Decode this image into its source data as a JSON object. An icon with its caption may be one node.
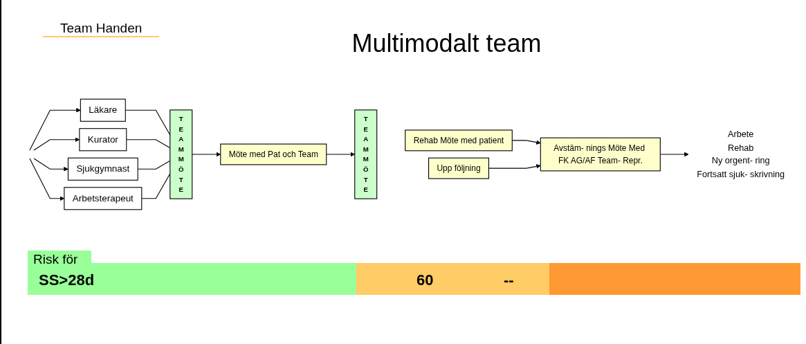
{
  "diagram": {
    "title": "Multimodalt team",
    "nodes": [
      {
        "text": [
          "Läkare"
        ]
      },
      {
        "text": [
          "Kurator"
        ]
      },
      {
        "text": [
          "Sjukgymnast"
        ]
      },
      {
        "text": [
          "Arbetsterapeut"
        ]
      },
      {
        "text": [
          "T E A M M Ö T E"
        ]
      },
      {
        "text": [
          "Möte med Pat och Team"
        ]
      },
      {
        "text": [
          "T E A M M Ö T E"
        ]
      },
      {
        "text": [
          "Rehab Möte med patient"
        ]
      },
      {
        "text": [
          "Upp följning"
        ]
      },
      {
        "text": [
          "Avstäm- nings Möte Med FK AG/AF Team- Repr."
        ]
      },
      {
        "text": [
          "Arbete",
          "Rehab",
          "Ny orgent- ring",
          "Fortsatt sjuk- skrivning"
        ]
      }
    ],
    "edges": [
      {
        "from": null,
        "to": 0,
        "arrow": "to"
      },
      {
        "from": null,
        "to": 1,
        "arrow": "to"
      },
      {
        "from": null,
        "to": 2,
        "arrow": "to"
      },
      {
        "from": null,
        "to": 3,
        "arrow": "to"
      },
      {
        "from": 0,
        "to": 4,
        "arrow": "none"
      },
      {
        "from": 1,
        "to": 4,
        "arrow": "none"
      },
      {
        "from": 2,
        "to": 4,
        "arrow": "none"
      },
      {
        "from": 3,
        "to": 4,
        "arrow": "none"
      },
      {
        "from": 4,
        "to": 5,
        "arrow": "to"
      },
      {
        "from": 5,
        "to": 6,
        "arrow": "to"
      },
      {
        "from": 7,
        "to": 9,
        "arrow": "to"
      },
      {
        "from": 8,
        "to": 9,
        "arrow": "to"
      },
      {
        "from": 9,
        "to": 10,
        "arrow": "to"
      }
    ],
    "labels": [
      "Team Handen",
      "Risk för",
      "SS>28d",
      "60",
      "--"
    ]
  }
}
